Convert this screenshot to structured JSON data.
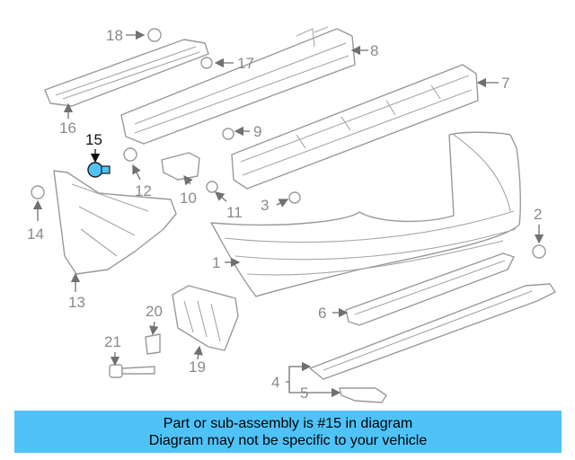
{
  "diagram": {
    "highlight_color": "#4fc3f7",
    "highlighted_part": "15",
    "callouts": [
      "1",
      "2",
      "3",
      "4",
      "5",
      "6",
      "7",
      "8",
      "9",
      "10",
      "11",
      "12",
      "13",
      "14",
      "15",
      "16",
      "17",
      "18",
      "19",
      "20",
      "21"
    ]
  },
  "banner": {
    "line1": "Part or sub-assembly is #15 in diagram",
    "line2": "Diagram may not be specific to your vehicle",
    "background": "#4fc3f7"
  }
}
